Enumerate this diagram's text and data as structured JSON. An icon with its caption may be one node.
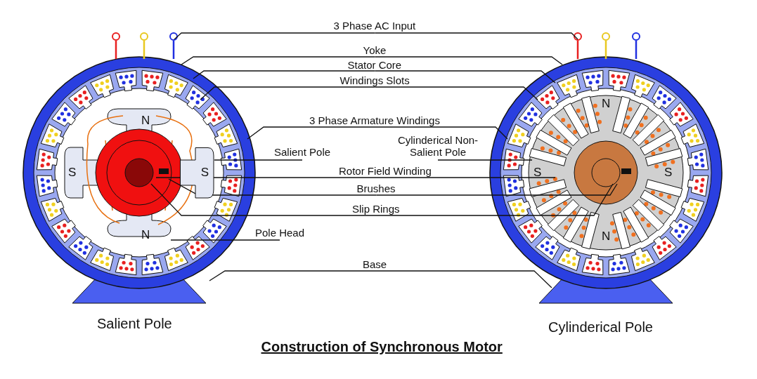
{
  "diagram": {
    "title": "Construction of Synchronous Motor",
    "nodes": [
      {
        "text": [
          "3 Phase AC Input"
        ]
      },
      {
        "text": [
          "Yoke"
        ]
      },
      {
        "text": [
          "Stator Core"
        ]
      },
      {
        "text": [
          "Windings Slots"
        ]
      },
      {
        "text": [
          "3 Phase Armature Windings"
        ]
      },
      {
        "text": [
          "Salient Pole"
        ]
      },
      {
        "text": [
          "Cylinderical Non-Salient Pole"
        ]
      },
      {
        "text": [
          "Rotor Field Winding"
        ]
      },
      {
        "text": [
          "Brushes"
        ]
      },
      {
        "text": [
          "Slip Rings"
        ]
      },
      {
        "text": [
          "Pole Head"
        ]
      },
      {
        "text": [
          "Base"
        ]
      },
      {
        "text": [
          "S"
        ]
      }
    ],
    "edges": [
      {
        "from": 0,
        "to": null,
        "arrow": "none"
      },
      {
        "from": 0,
        "to": null,
        "arrow": "none"
      },
      {
        "from": 1,
        "to": null,
        "arrow": "none"
      },
      {
        "from": 1,
        "to": null,
        "arrow": "none"
      },
      {
        "from": 2,
        "to": null,
        "arrow": "none"
      },
      {
        "from": 2,
        "to": null,
        "arrow": "none"
      },
      {
        "from": 3,
        "to": null,
        "arrow": "none"
      },
      {
        "from": 3,
        "to": null,
        "arrow": "none"
      },
      {
        "from": 4,
        "to": null,
        "arrow": "none"
      },
      {
        "from": 4,
        "to": null,
        "arrow": "none"
      },
      {
        "from": 5,
        "to": 12,
        "arrow": "none"
      },
      {
        "from": 6,
        "to": null,
        "arrow": "none"
      },
      {
        "from": 7,
        "to": null,
        "arrow": "none"
      },
      {
        "from": 7,
        "to": null,
        "arrow": "none"
      },
      {
        "from": 8,
        "to": null,
        "arrow": "none"
      },
      {
        "from": 8,
        "to": null,
        "arrow": "none"
      },
      {
        "from": 9,
        "to": null,
        "arrow": "none"
      },
      {
        "from": 9,
        "to": null,
        "arrow": "none"
      },
      {
        "from": 10,
        "to": null,
        "arrow": "none"
      },
      {
        "from": 11,
        "to": null,
        "arrow": "none"
      },
      {
        "from": 11,
        "to": null,
        "arrow": "none"
      }
    ],
    "labels": [
      "N",
      "S",
      "N",
      "N",
      "S",
      "S",
      "N",
      "Salient Pole",
      "Cylinderical Pole"
    ]
  }
}
